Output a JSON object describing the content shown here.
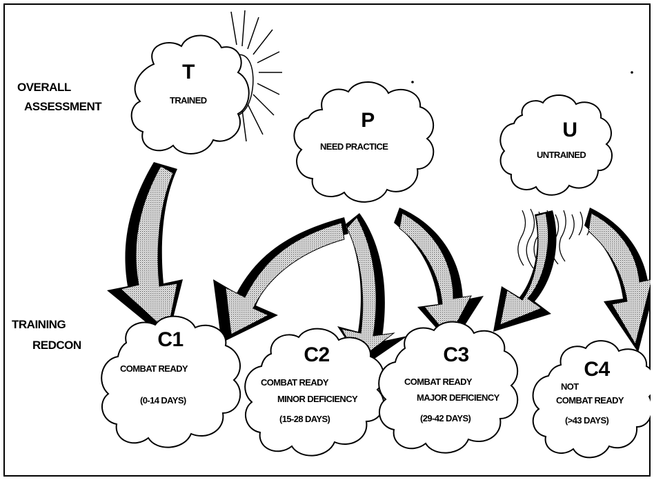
{
  "labels": {
    "overall_line1": "OVERALL",
    "overall_line2": "ASSESSMENT",
    "training_line1": "TRAINING",
    "training_line2": "REDCON"
  },
  "assessments": [
    {
      "letter": "T",
      "text": "TRAINED"
    },
    {
      "letter": "P",
      "text": "NEED PRACTICE"
    },
    {
      "letter": "U",
      "text": "UNTRAINED"
    }
  ],
  "ratings": [
    {
      "code": "C1",
      "line1": "COMBAT READY",
      "line2": "",
      "days": "(0-14 DAYS)"
    },
    {
      "code": "C2",
      "line1": "COMBAT READY",
      "line2": "MINOR DEFICIENCY",
      "days": "(15-28 DAYS)"
    },
    {
      "code": "C3",
      "line1": "COMBAT READY",
      "line2": "MAJOR DEFICIENCY",
      "days": "(29-42 DAYS)"
    },
    {
      "code": "C4",
      "line1": "NOT",
      "line2": "COMBAT READY",
      "days": "(>43 DAYS)"
    }
  ]
}
